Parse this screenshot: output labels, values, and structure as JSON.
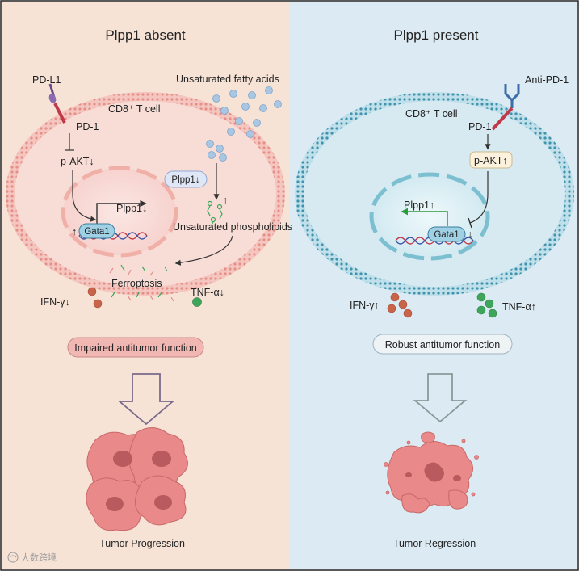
{
  "panels": {
    "left": {
      "title": "Plpp1 absent",
      "pd_l1": "PD-L1",
      "pd_1": "PD-1",
      "fatty_acids": "Unsaturated fatty acids",
      "cell": "CD8⁺ T cell",
      "pakt": "p-AKT↓",
      "plpp1_box": "Plpp1↓",
      "plpp1_gene": "Plpp1↓",
      "gata1": "Gata1",
      "gata1_arrow": "↑",
      "phospholipids": "Unsaturated phospholipids",
      "phospholipids_arrow": "↑",
      "ferroptosis": "Ferroptosis",
      "ifn": "IFN-γ↓",
      "tnf": "TNF-α↓",
      "function": "Impaired antitumor function",
      "outcome": "Tumor Progression"
    },
    "right": {
      "title": "Plpp1 present",
      "anti_pd1": "Anti-PD-1",
      "cell": "CD8⁺ T cell",
      "pd_1": "PD-1",
      "pakt": "p-AKT↑",
      "plpp1_gene": "Plpp1↑",
      "gata1": "Gata1",
      "gata1_arrow": "↓",
      "ifn": "IFN-γ↑",
      "tnf": "TNF-α↑",
      "function": "Robust antitumor function",
      "outcome": "Tumor Regression"
    }
  },
  "watermark": "大数跨境",
  "colors": {
    "left_bg": "#f6e3d6",
    "right_bg": "#dcebf3",
    "left_membrane": "#e9a59e",
    "right_membrane": "#5aa9bf",
    "tumor": "#e9898a",
    "ifn_dot": "#c8644a",
    "tnf_dot": "#3fa55a",
    "fatty_acid_dot": "#a9c6e2"
  }
}
